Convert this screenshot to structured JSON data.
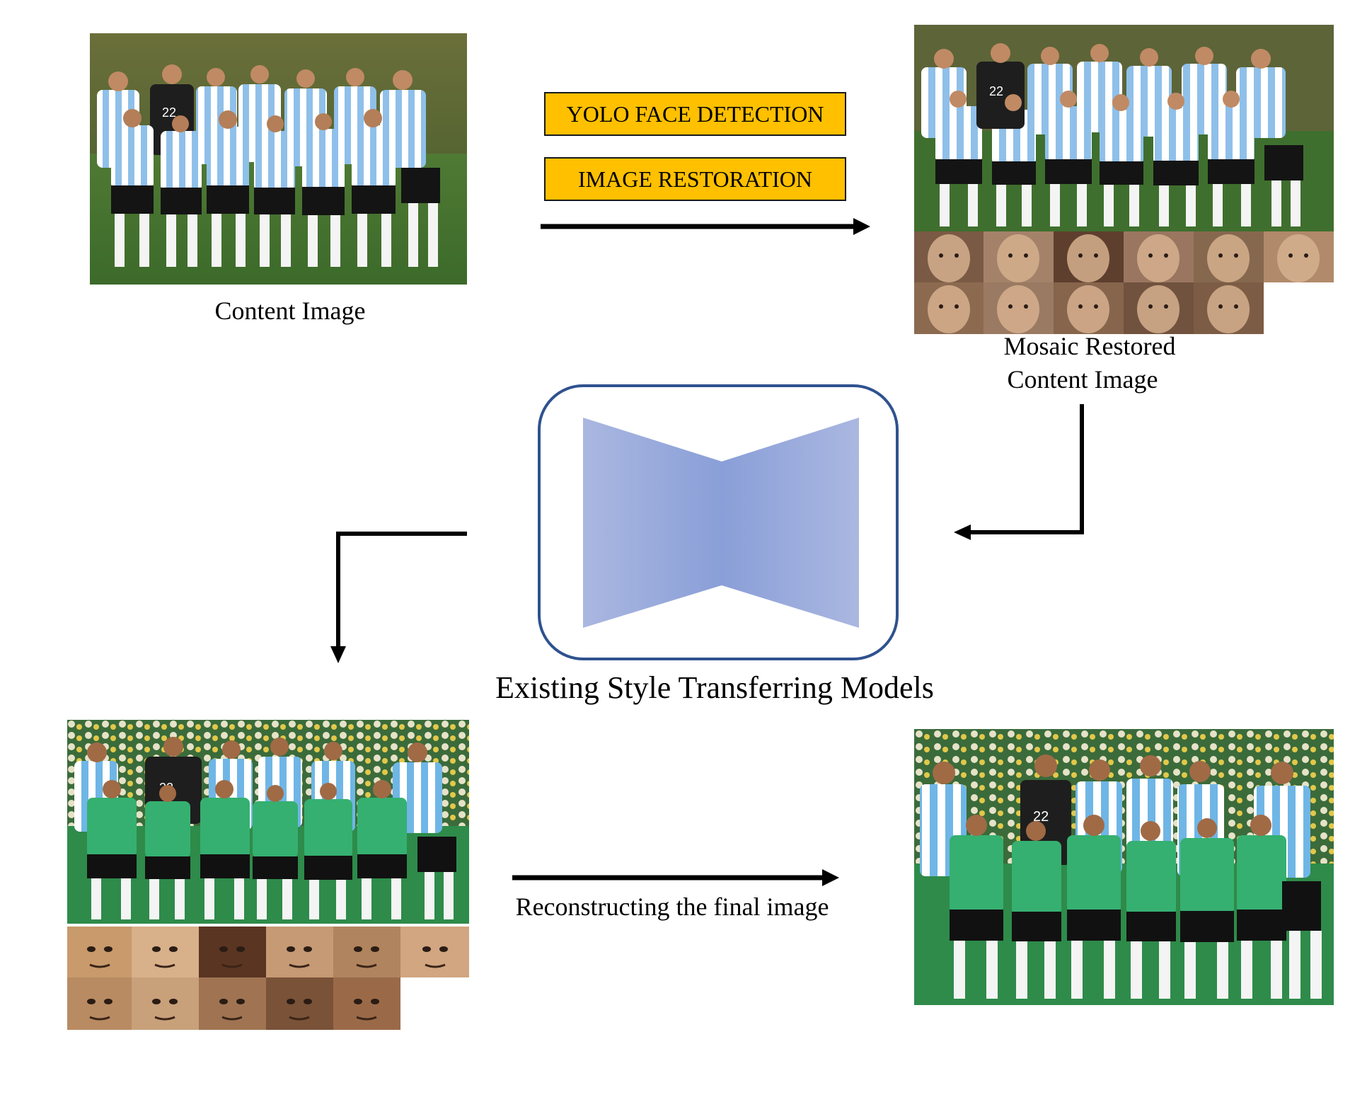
{
  "labels": {
    "content_image": "Content Image",
    "mosaic_line1": "Mosaic Restored",
    "mosaic_line2": "Content Image",
    "model_title": "Existing Style Transferring Models",
    "reconstruct": "Reconstructing the final image"
  },
  "steps": {
    "yolo": "YOLO FACE DETECTION",
    "restoration": "IMAGE RESTORATION"
  },
  "colors": {
    "step_fill": "#ffc000",
    "frame_stroke": "#2f528f",
    "hourglass_dark": "#8a9fd8",
    "hourglass_light": "#aab7e0",
    "photo_jersey": "#9ec9ee",
    "stylized_jersey": "#2fa36b"
  }
}
